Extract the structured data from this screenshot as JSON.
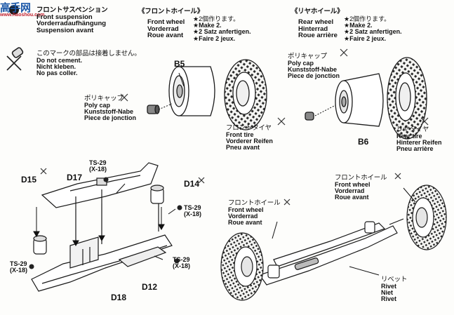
{
  "watermark": {
    "brand": "高手网",
    "url": "www.haoshou.com"
  },
  "header": {
    "title_jp": "フロントサスペンション",
    "title_en": "Front suspension",
    "title_de": "Vorderradaufhängung",
    "title_fr": "Suspension avant"
  },
  "notice": {
    "jp": "このマークの部品は接着しません。",
    "en": "Do not cement.",
    "de": "Nicht kleben.",
    "fr": "No pas coller."
  },
  "front_wheel_section": {
    "title_jp": "《フロントホイール》",
    "en": "Front wheel",
    "de": "Vorderrad",
    "fr": "Roue avant",
    "make_jp": "★2個作ります。",
    "make_en": "★Make 2.",
    "make_de": "★2 Satz anfertigen.",
    "make_fr": "★Faire 2 jeux."
  },
  "rear_wheel_section": {
    "title_jp": "《リヤホイール》",
    "en": "Rear wheel",
    "de": "Hinterrad",
    "fr": "Roue arrière",
    "make_jp": "★2個作ります。",
    "make_en": "★Make 2.",
    "make_de": "★2 Satz anfertigen.",
    "make_fr": "★Faire 2 jeux."
  },
  "polycap_top": {
    "jp": "ポリキャップ",
    "en": "Poly cap",
    "de": "Kunststoff-Nabe",
    "fr": "Piece de jonction"
  },
  "polycap_left": {
    "jp": "ポリキャップ",
    "en": "Poly cap",
    "de": "Kunststoff-Nabe",
    "fr": "Piece de jonction"
  },
  "front_tire": {
    "jp": "フロントタイヤ",
    "en": "Front tire",
    "de": "Vorderer Reifen",
    "fr": "Pneu avant"
  },
  "rear_tire": {
    "jp": "リヤタイヤ",
    "en": "Rear tire",
    "de": "Hinterer Reifen",
    "fr": "Pneu arrière"
  },
  "front_wheel_bottom": {
    "jp": "フロントホイール",
    "en": "Front wheel",
    "de": "Vorderrad",
    "fr": "Roue avant"
  },
  "front_wheel_right": {
    "jp": "フロントホイール",
    "en": "Front wheel",
    "de": "Vorderrad",
    "fr": "Roue avant"
  },
  "rivet": {
    "jp": "リベット",
    "en": "Rivet",
    "de": "Niet",
    "fr": "Rivet"
  },
  "parts": {
    "b5": "B5",
    "b6": "B6",
    "d12": "D12",
    "d14": "D14",
    "d15": "D15",
    "d17": "D17",
    "d18": "D18"
  },
  "screws": {
    "ts29_top": "TS-29",
    "x18_top": "(X-18)",
    "ts29_right_a": "TS-29",
    "x18_right_a": "(X-18)",
    "ts29_left": "TS-29",
    "x18_left": "(X-18)",
    "ts29_right_b": "TS-29",
    "x18_right_b": "(X-18)"
  }
}
